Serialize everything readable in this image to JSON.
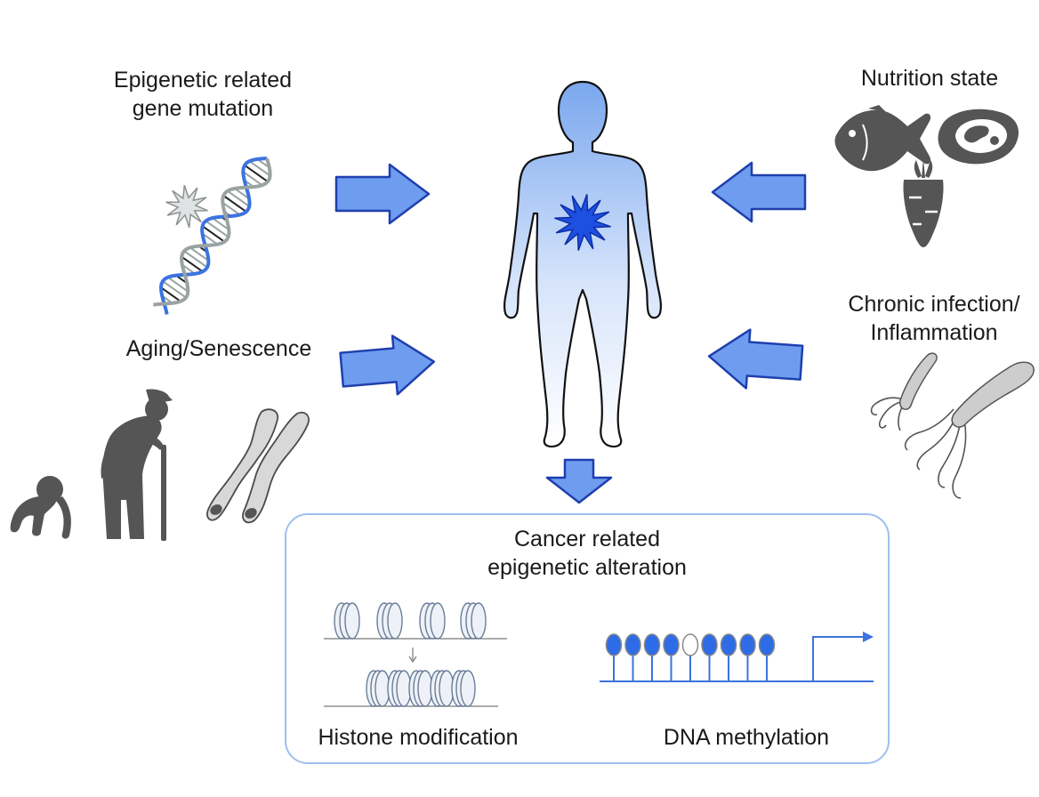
{
  "factors": {
    "gene_mutation": {
      "line1": "Epigenetic related",
      "line2": "gene mutation"
    },
    "aging": {
      "line1": "Aging/Senescence"
    },
    "nutrition": {
      "line1": "Nutrition state"
    },
    "infection": {
      "line1": "Chronic infection/",
      "line2": "Inflammation"
    }
  },
  "outcome": {
    "title_line1": "Cancer related",
    "title_line2": "epigenetic alteration",
    "histone_label": "Histone modification",
    "dna_label": "DNA methylation",
    "methylation_pattern": [
      1,
      1,
      1,
      1,
      0,
      1,
      1,
      1,
      1
    ]
  },
  "colors": {
    "arrow_fill": "#6e9df0",
    "arrow_stroke": "#1f3fae",
    "body_top": "#7aa7ee",
    "body_bottom": "#ffffff",
    "tumor": "#1d4fe0",
    "silhouette": "#555555",
    "box_border": "#9ec0ee",
    "methyl_filled": "#2d6ce6",
    "line_blue": "#3b73e0"
  }
}
